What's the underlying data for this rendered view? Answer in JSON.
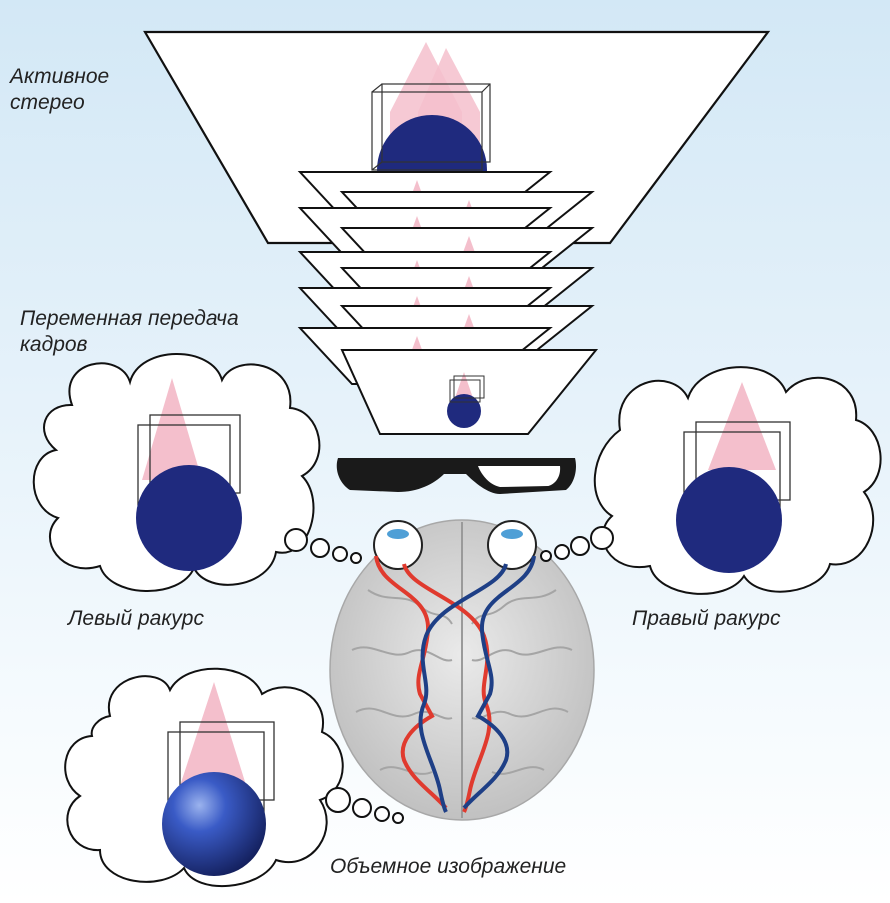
{
  "labels": {
    "active_stereo_line1": "Активное",
    "active_stereo_line2": "стерео",
    "frame_alternation_line1": "Переменная передача",
    "frame_alternation_line2": "кадров",
    "left_view": "Левый ракурс",
    "right_view": "Правый ракурс",
    "volumetric_image": "Объемное изображение"
  },
  "colors": {
    "sphere": "#1f2a7e",
    "cone": "#f2b8c6",
    "left_nerve": "#e03a2e",
    "right_nerve": "#1e3f86",
    "glasses": "#1a1a1a"
  }
}
